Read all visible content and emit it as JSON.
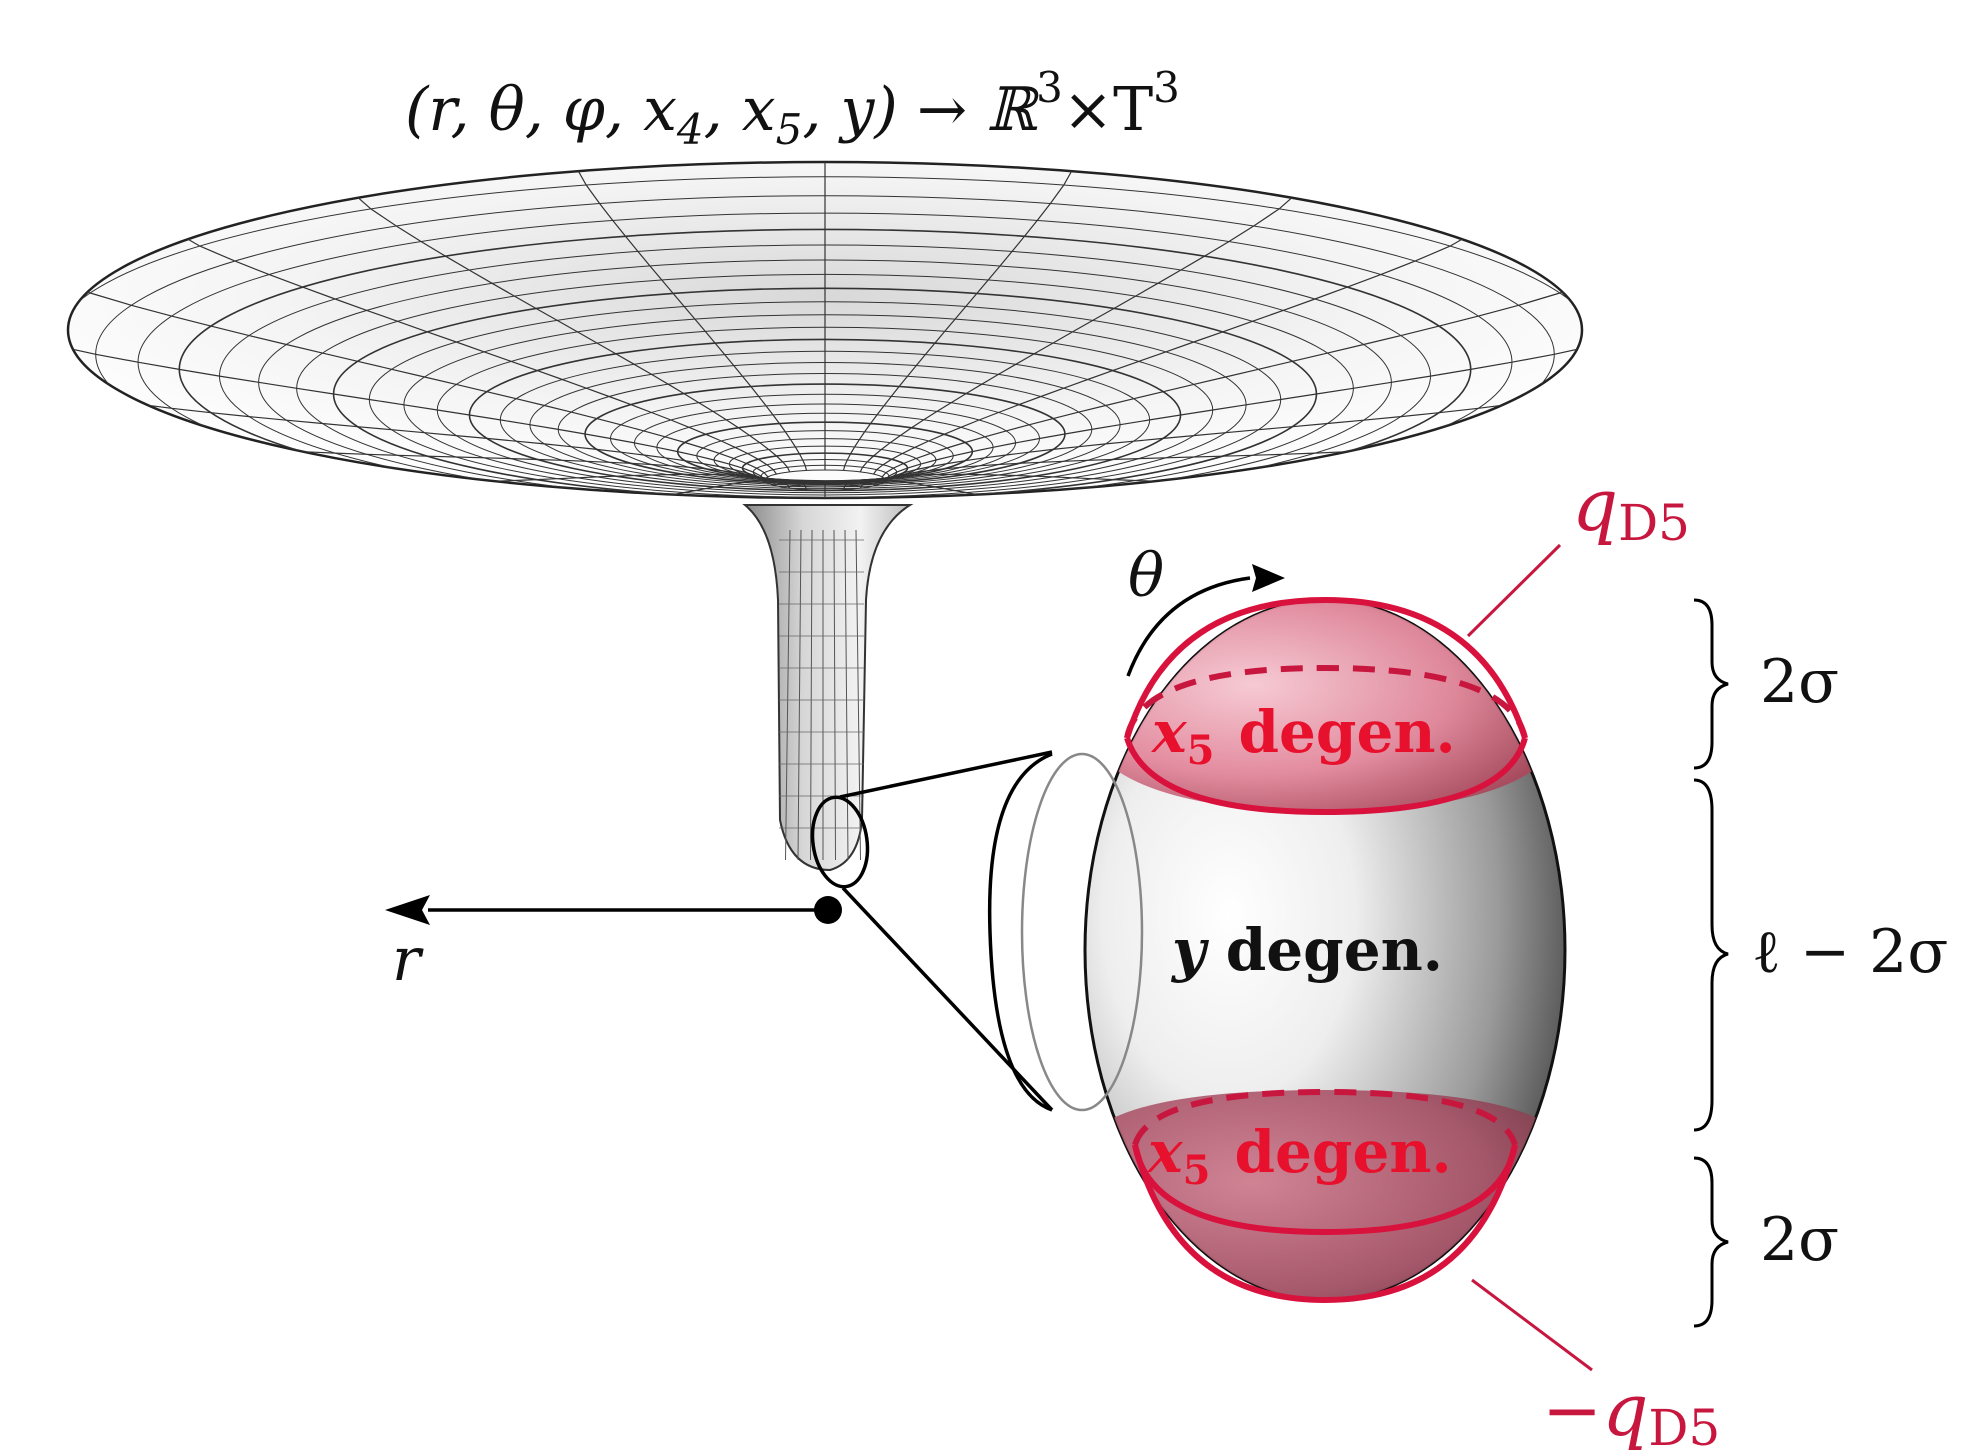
{
  "header": {
    "coords": "(r, θ, φ, x",
    "sub4": "4",
    "sep1": ", x",
    "sub5": "5",
    "tail": ", y) → ℝ",
    "sup_a": "3",
    "times": "×T",
    "sup_b": "3"
  },
  "axis": {
    "r_label": "r",
    "theta_label": "θ"
  },
  "ellipsoid": {
    "top_label": "x",
    "top_sub": "5",
    "top_word": "degen.",
    "middle_label": "y",
    "middle_word": "degen.",
    "bottom_label": "x",
    "bottom_sub": "5",
    "bottom_word": "degen."
  },
  "charges": {
    "top_q": "q",
    "top_q_sub": "D5",
    "bottom_q": "−q",
    "bottom_q_sub": "D5"
  },
  "braces": {
    "top": "2σ",
    "middle": "ℓ − 2σ",
    "bottom": "2σ"
  },
  "colors": {
    "accent_red": "#e8112d",
    "charge_crimson": "#c8173f",
    "cap_fill": "#d9455f",
    "ink": "#111111"
  }
}
